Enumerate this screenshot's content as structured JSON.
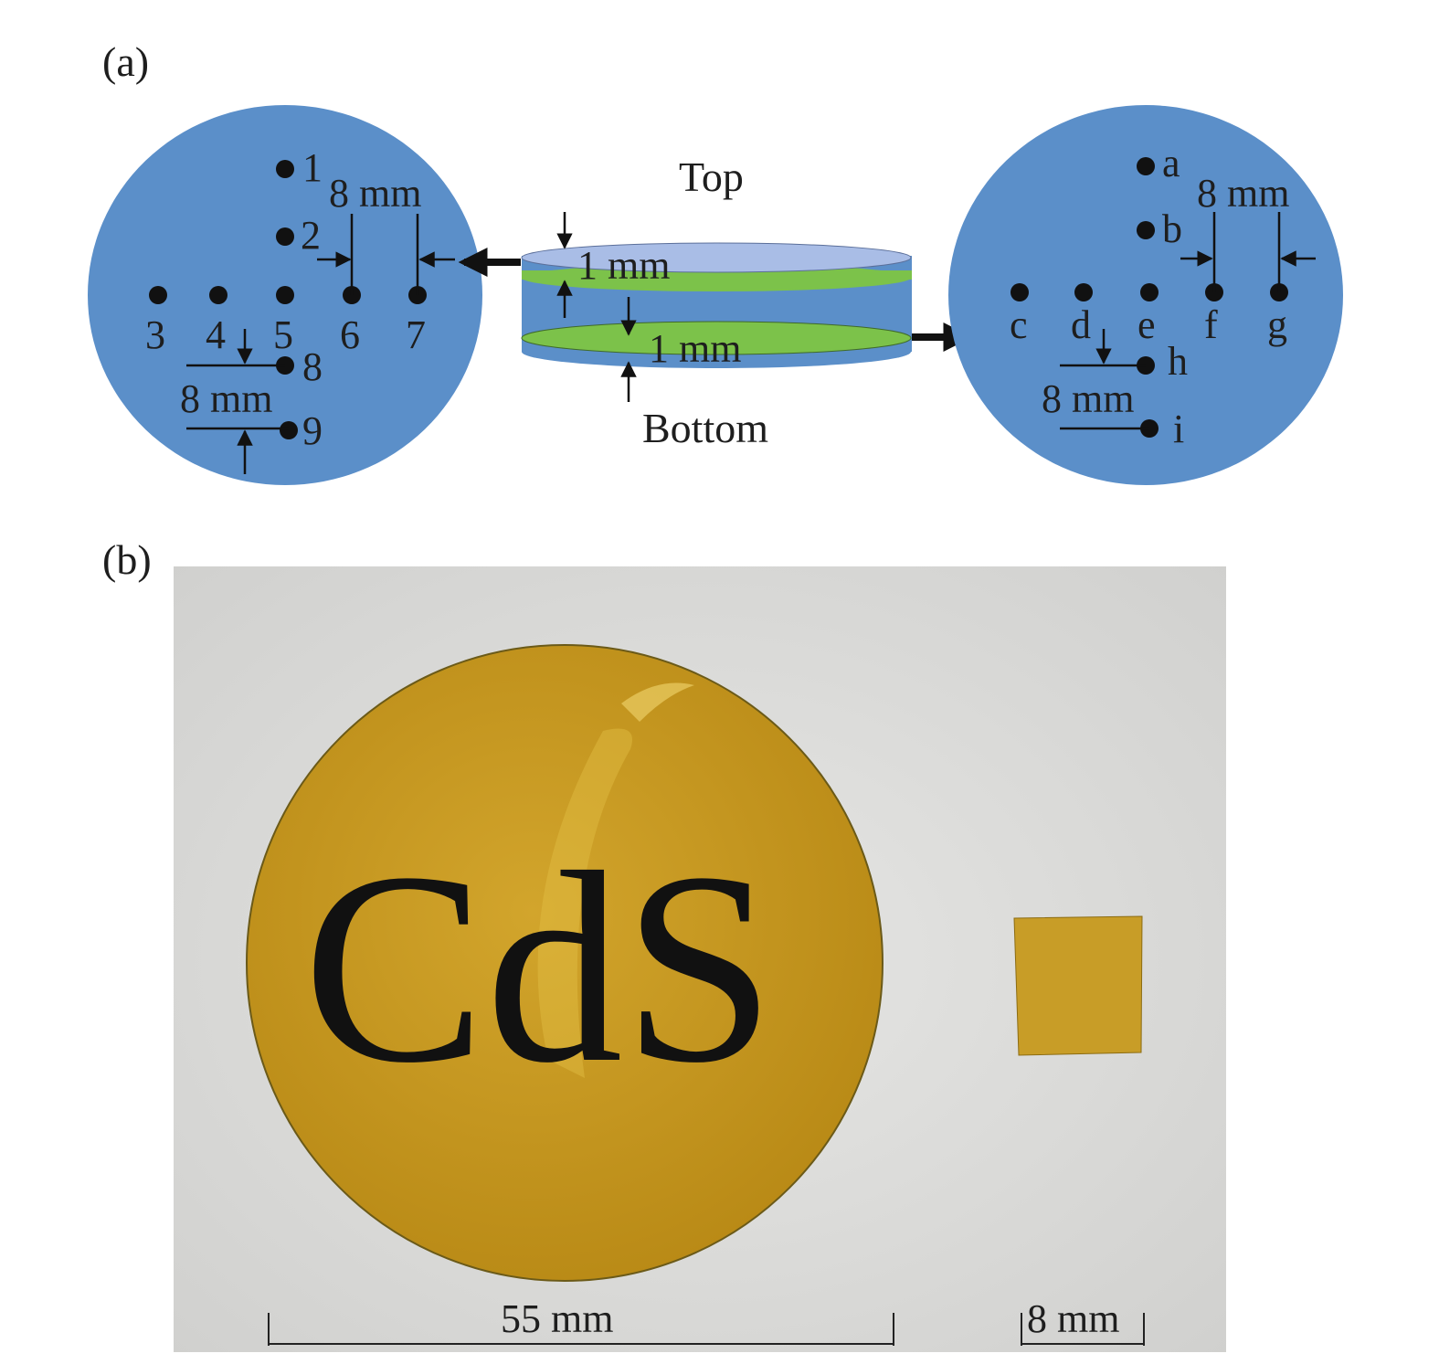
{
  "panel_a": {
    "label": "(a)",
    "top_label": "Top",
    "bottom_label": "Bottom",
    "layer_thickness_top": "1 mm",
    "layer_thickness_bottom": "1 mm",
    "colors": {
      "disk": "#5b8fc9",
      "film": "#7cc24a",
      "top_face": "#a9bde6",
      "dot": "#111111"
    },
    "left_disk": {
      "points": [
        "1",
        "2",
        "3",
        "4",
        "5",
        "6",
        "7",
        "8",
        "9"
      ],
      "spacing_h": "8 mm",
      "spacing_v": "8 mm"
    },
    "right_disk": {
      "points": [
        "a",
        "b",
        "c",
        "d",
        "e",
        "f",
        "g",
        "h",
        "i"
      ],
      "spacing_h": "8 mm",
      "spacing_v": "8 mm"
    }
  },
  "panel_b": {
    "label": "(b)",
    "sample_text": "CdS",
    "large_sample_size": "55 mm",
    "small_sample_size": "8 mm",
    "colors": {
      "background": "#dcdcdc",
      "sample": "#c99a22"
    }
  }
}
